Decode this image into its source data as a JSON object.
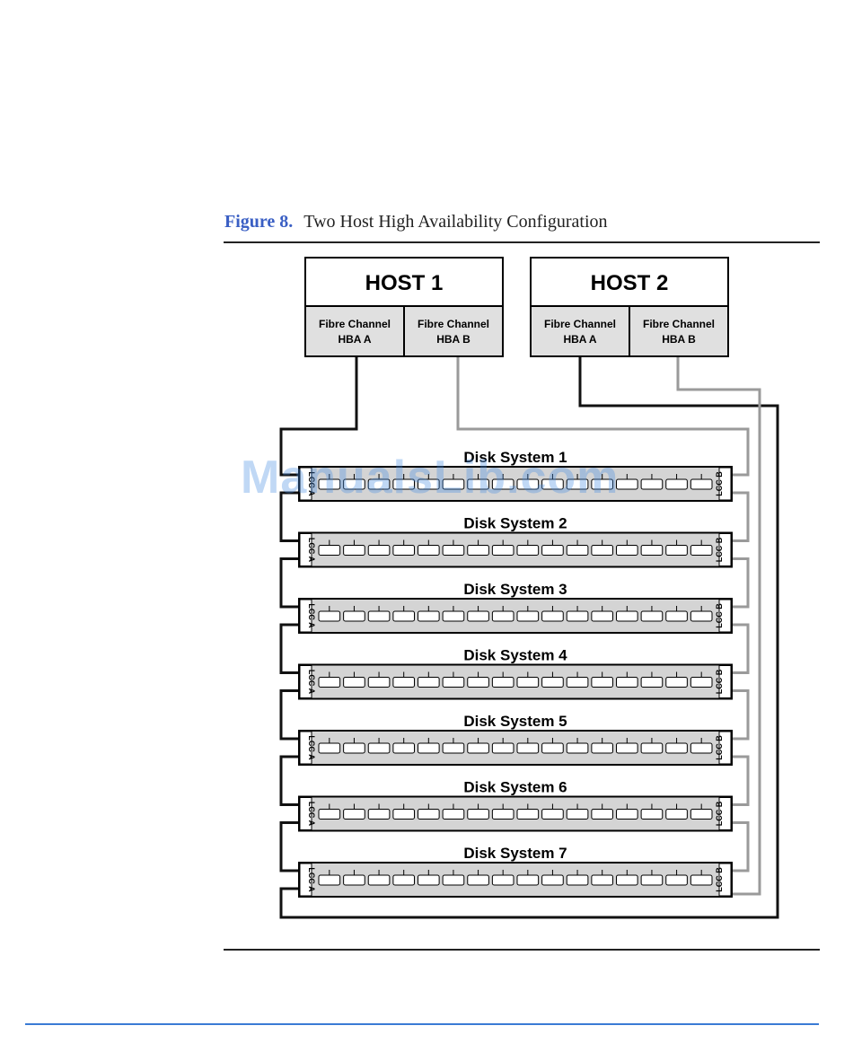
{
  "caption": {
    "figure_number": "Figure 8.",
    "title": "Two Host High Availability Configuration"
  },
  "hosts": [
    {
      "name": "HOST 1",
      "hbas": [
        {
          "line1": "Fibre Channel",
          "line2": "HBA A"
        },
        {
          "line1": "Fibre Channel",
          "line2": "HBA B"
        }
      ]
    },
    {
      "name": "HOST 2",
      "hbas": [
        {
          "line1": "Fibre Channel",
          "line2": "HBA A"
        },
        {
          "line1": "Fibre Channel",
          "line2": "HBA B"
        }
      ]
    }
  ],
  "disk_systems": [
    {
      "label": "Disk System 1",
      "loc_a": "LCC A",
      "loc_b": "LCC B"
    },
    {
      "label": "Disk System 2",
      "loc_a": "LCC A",
      "loc_b": "LCC B"
    },
    {
      "label": "Disk System 3",
      "loc_a": "LCC A",
      "loc_b": "LCC B"
    },
    {
      "label": "Disk System 4",
      "loc_a": "LCC A",
      "loc_b": "LCC B"
    },
    {
      "label": "Disk System 5",
      "loc_a": "LCC A",
      "loc_b": "LCC B"
    },
    {
      "label": "Disk System 6",
      "loc_a": "LCC A",
      "loc_b": "LCC B"
    },
    {
      "label": "Disk System 7",
      "loc_a": "LCC A",
      "loc_b": "LCC B"
    }
  ],
  "drives_per_system": 16,
  "colors": {
    "caption_accent": "#3a5fc4",
    "path_a": "#111111",
    "path_b": "#9a9a9a",
    "hba_fill": "#e0e0e0",
    "enclosure_fill": "#d4d4d4",
    "footer_rule": "#3a7bd5"
  },
  "watermark": "ManualsLib.com"
}
